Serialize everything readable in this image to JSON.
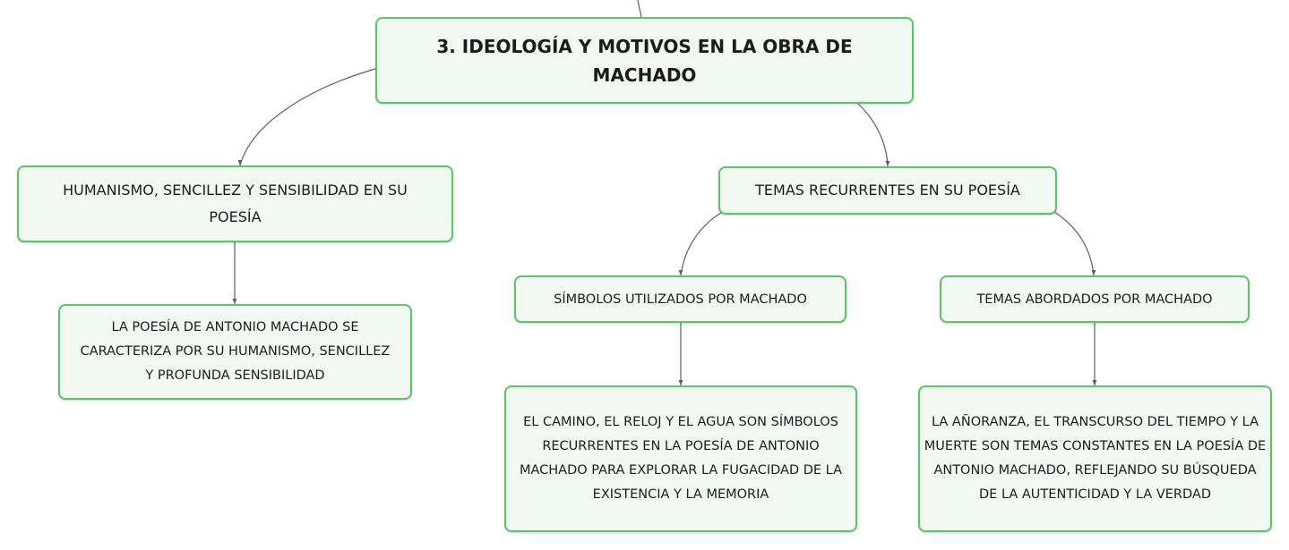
{
  "root": {
    "title": "3. IDEOLOGÍA Y MOTIVOS EN LA OBRA DE MACHADO"
  },
  "branches": {
    "humanismo": {
      "label": "HUMANISMO, SENCILLEZ Y SENSIBILIDAD EN SU POESÍA",
      "detail": "LA POESÍA DE ANTONIO MACHADO SE CARACTERIZA POR SU HUMANISMO, SENCILLEZ Y PROFUNDA SENSIBILIDAD"
    },
    "temas_recurrentes": {
      "label": "TEMAS RECURRENTES EN SU POESÍA",
      "simbolos": {
        "label": "SÍMBOLOS UTILIZADOS POR MACHADO",
        "detail": "EL CAMINO, EL RELOJ Y EL AGUA SON SÍMBOLOS RECURRENTES EN LA POESÍA DE ANTONIO MACHADO PARA EXPLORAR LA FUGACIDAD DE LA EXISTENCIA Y LA MEMORIA"
      },
      "temas_abordados": {
        "label": "TEMAS ABORDADOS POR MACHADO",
        "detail": "LA AÑORANZA, EL TRANSCURSO DEL TIEMPO Y LA MUERTE SON TEMAS CONSTANTES EN LA POESÍA DE ANTONIO MACHADO, REFLEJANDO SU BÚSQUEDA DE LA AUTENTICIDAD Y LA VERDAD"
      }
    }
  },
  "colors": {
    "node_border": "#5cc46b",
    "node_fill": "#f1f9f2",
    "connector": "#5e5e5e",
    "text": "#1c1c1c"
  }
}
